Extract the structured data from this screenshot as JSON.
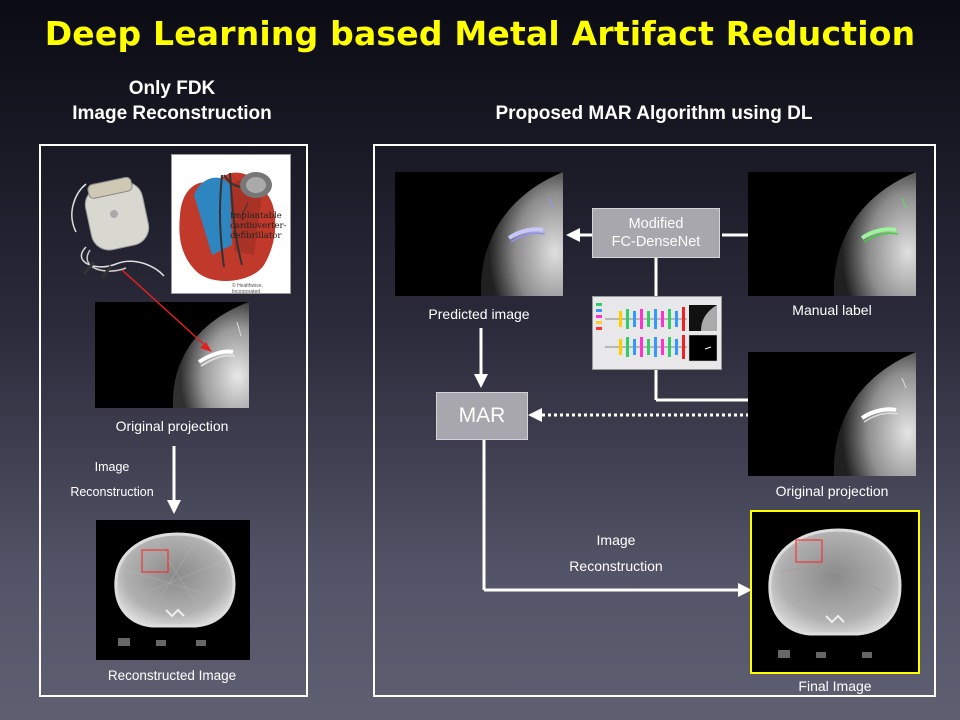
{
  "title": "Deep Learning based Metal Artifact Reduction",
  "left": {
    "heading_line1": "Only FDK",
    "heading_line2": "Image Reconstruction",
    "illustration_text": "Implantable cardioverter-defibrillator",
    "illustration_credit": "© Healthwise, Incorporated",
    "original_projection": "Original projection",
    "step_line1": "Image",
    "step_line2": "Reconstruction",
    "reconstructed": "Reconstructed Image"
  },
  "right": {
    "heading": "Proposed MAR Algorithm using DL",
    "predicted": "Predicted image",
    "network_line1": "Modified",
    "network_line2": "FC-DenseNet",
    "manual_label": "Manual label",
    "mar": "MAR",
    "original_projection": "Original projection",
    "step_line1": "Image",
    "step_line2": "Reconstruction",
    "final": "Final Image"
  },
  "colors": {
    "title": "#ffff00",
    "final_border": "#ffff00",
    "highlight_box": "#ff2020",
    "network_box": "#a7a7ad"
  }
}
